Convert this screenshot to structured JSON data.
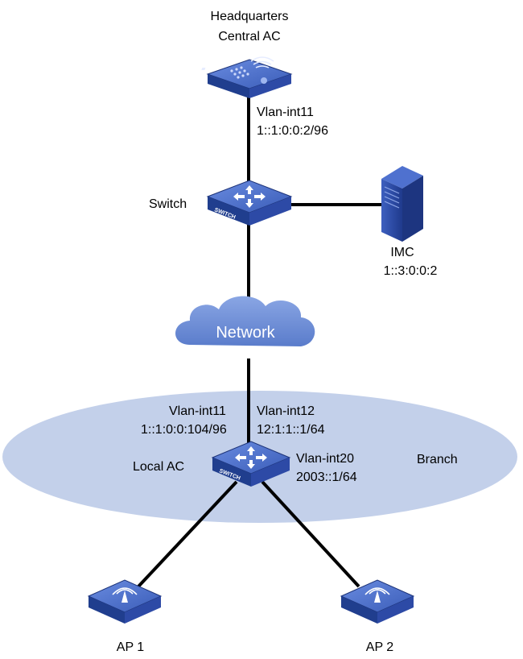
{
  "headquarters_ac": {
    "line1": "Headquarters",
    "line2": "Central AC"
  },
  "hq_interface": {
    "name": "Vlan-int11",
    "address": "1::1:0:0:2/96"
  },
  "switch": {
    "label": "Switch",
    "face_text": "SWITCH"
  },
  "imc": {
    "name": "IMC",
    "address": "1::3:0:0:2"
  },
  "network": {
    "label": "Network"
  },
  "branch": {
    "label": "Branch"
  },
  "local_ac": {
    "label": "Local AC",
    "face_text": "SWITCH",
    "if_left": {
      "name": "Vlan-int11",
      "address": "1::1:0:0:104/96"
    },
    "if_right": {
      "name": "Vlan-int12",
      "address": "12:1:1::1/64"
    },
    "if_down": {
      "name": "Vlan-int20",
      "address": "2003::1/64"
    }
  },
  "ap1": {
    "label": "AP 1"
  },
  "ap2": {
    "label": "AP 2"
  },
  "colors": {
    "device_blue": "#2c4aa6",
    "device_top": "#5c7fd4",
    "branch_fill": "#c3d0ea",
    "cloud_fill": "#6e8fd8",
    "link": "#000000"
  }
}
